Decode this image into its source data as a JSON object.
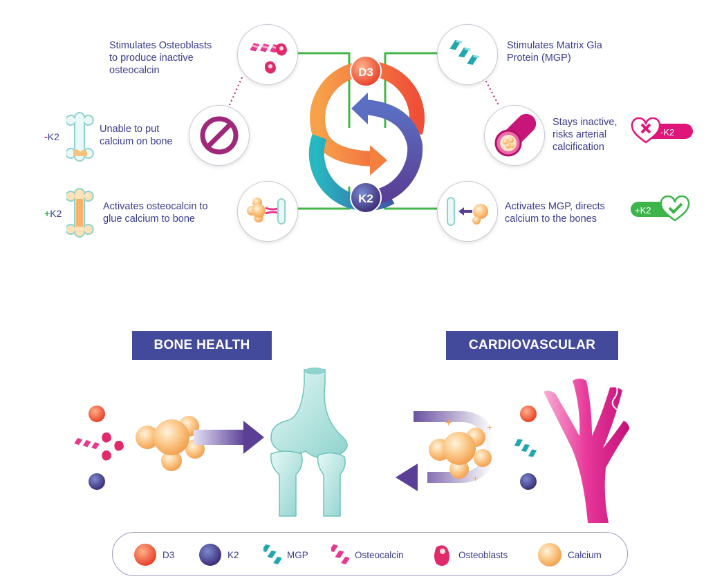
{
  "cycle": {
    "d3_label": "D3",
    "k2_label": "K2"
  },
  "notes": {
    "osteoblasts": "Stimulates Osteoblasts\nto produce inactive\nosteocalcin",
    "no_k2_bone": "Unable to put\ncalcium on bone",
    "k2_bone": "Activates osteocalcin to\nglue calcium to bone",
    "mgp": "Stimulates Matrix Gla\nProtein (MGP)",
    "no_k2_artery": "Stays inactive,\nrisks arterial\ncalcification",
    "k2_artery": "Activates MGP, directs\ncalcium to the bones"
  },
  "tags": {
    "minus_sign": "-",
    "plus_sign": "+",
    "k2": "K2",
    "pill_minus": "-K2",
    "pill_plus": "+K2"
  },
  "banners": {
    "bone": "BONE HEALTH",
    "cardio": "CARDIOVASCULAR"
  },
  "legend": [
    {
      "label": "D3",
      "icon": "d3-ball-icon"
    },
    {
      "label": "K2",
      "icon": "k2-ball-icon"
    },
    {
      "label": "MGP",
      "icon": "mgp-helix-icon"
    },
    {
      "label": "Osteocalcin",
      "icon": "osteocalcin-helix-icon"
    },
    {
      "label": "Osteoblasts",
      "icon": "osteoblast-cell-icon"
    },
    {
      "label": "Calcium",
      "icon": "calcium-ball-icon"
    }
  ],
  "colors": {
    "d3": "#f05a3a",
    "k2": "#4a3f8f",
    "mgp": "#2ab3b8",
    "osteocalcin": "#e6388f",
    "calcium": "#f8b36a",
    "connector": "#43b649",
    "banner": "#444a9b",
    "text": "#3a3d8f",
    "bad": "#e0157a",
    "good": "#3db54a"
  }
}
